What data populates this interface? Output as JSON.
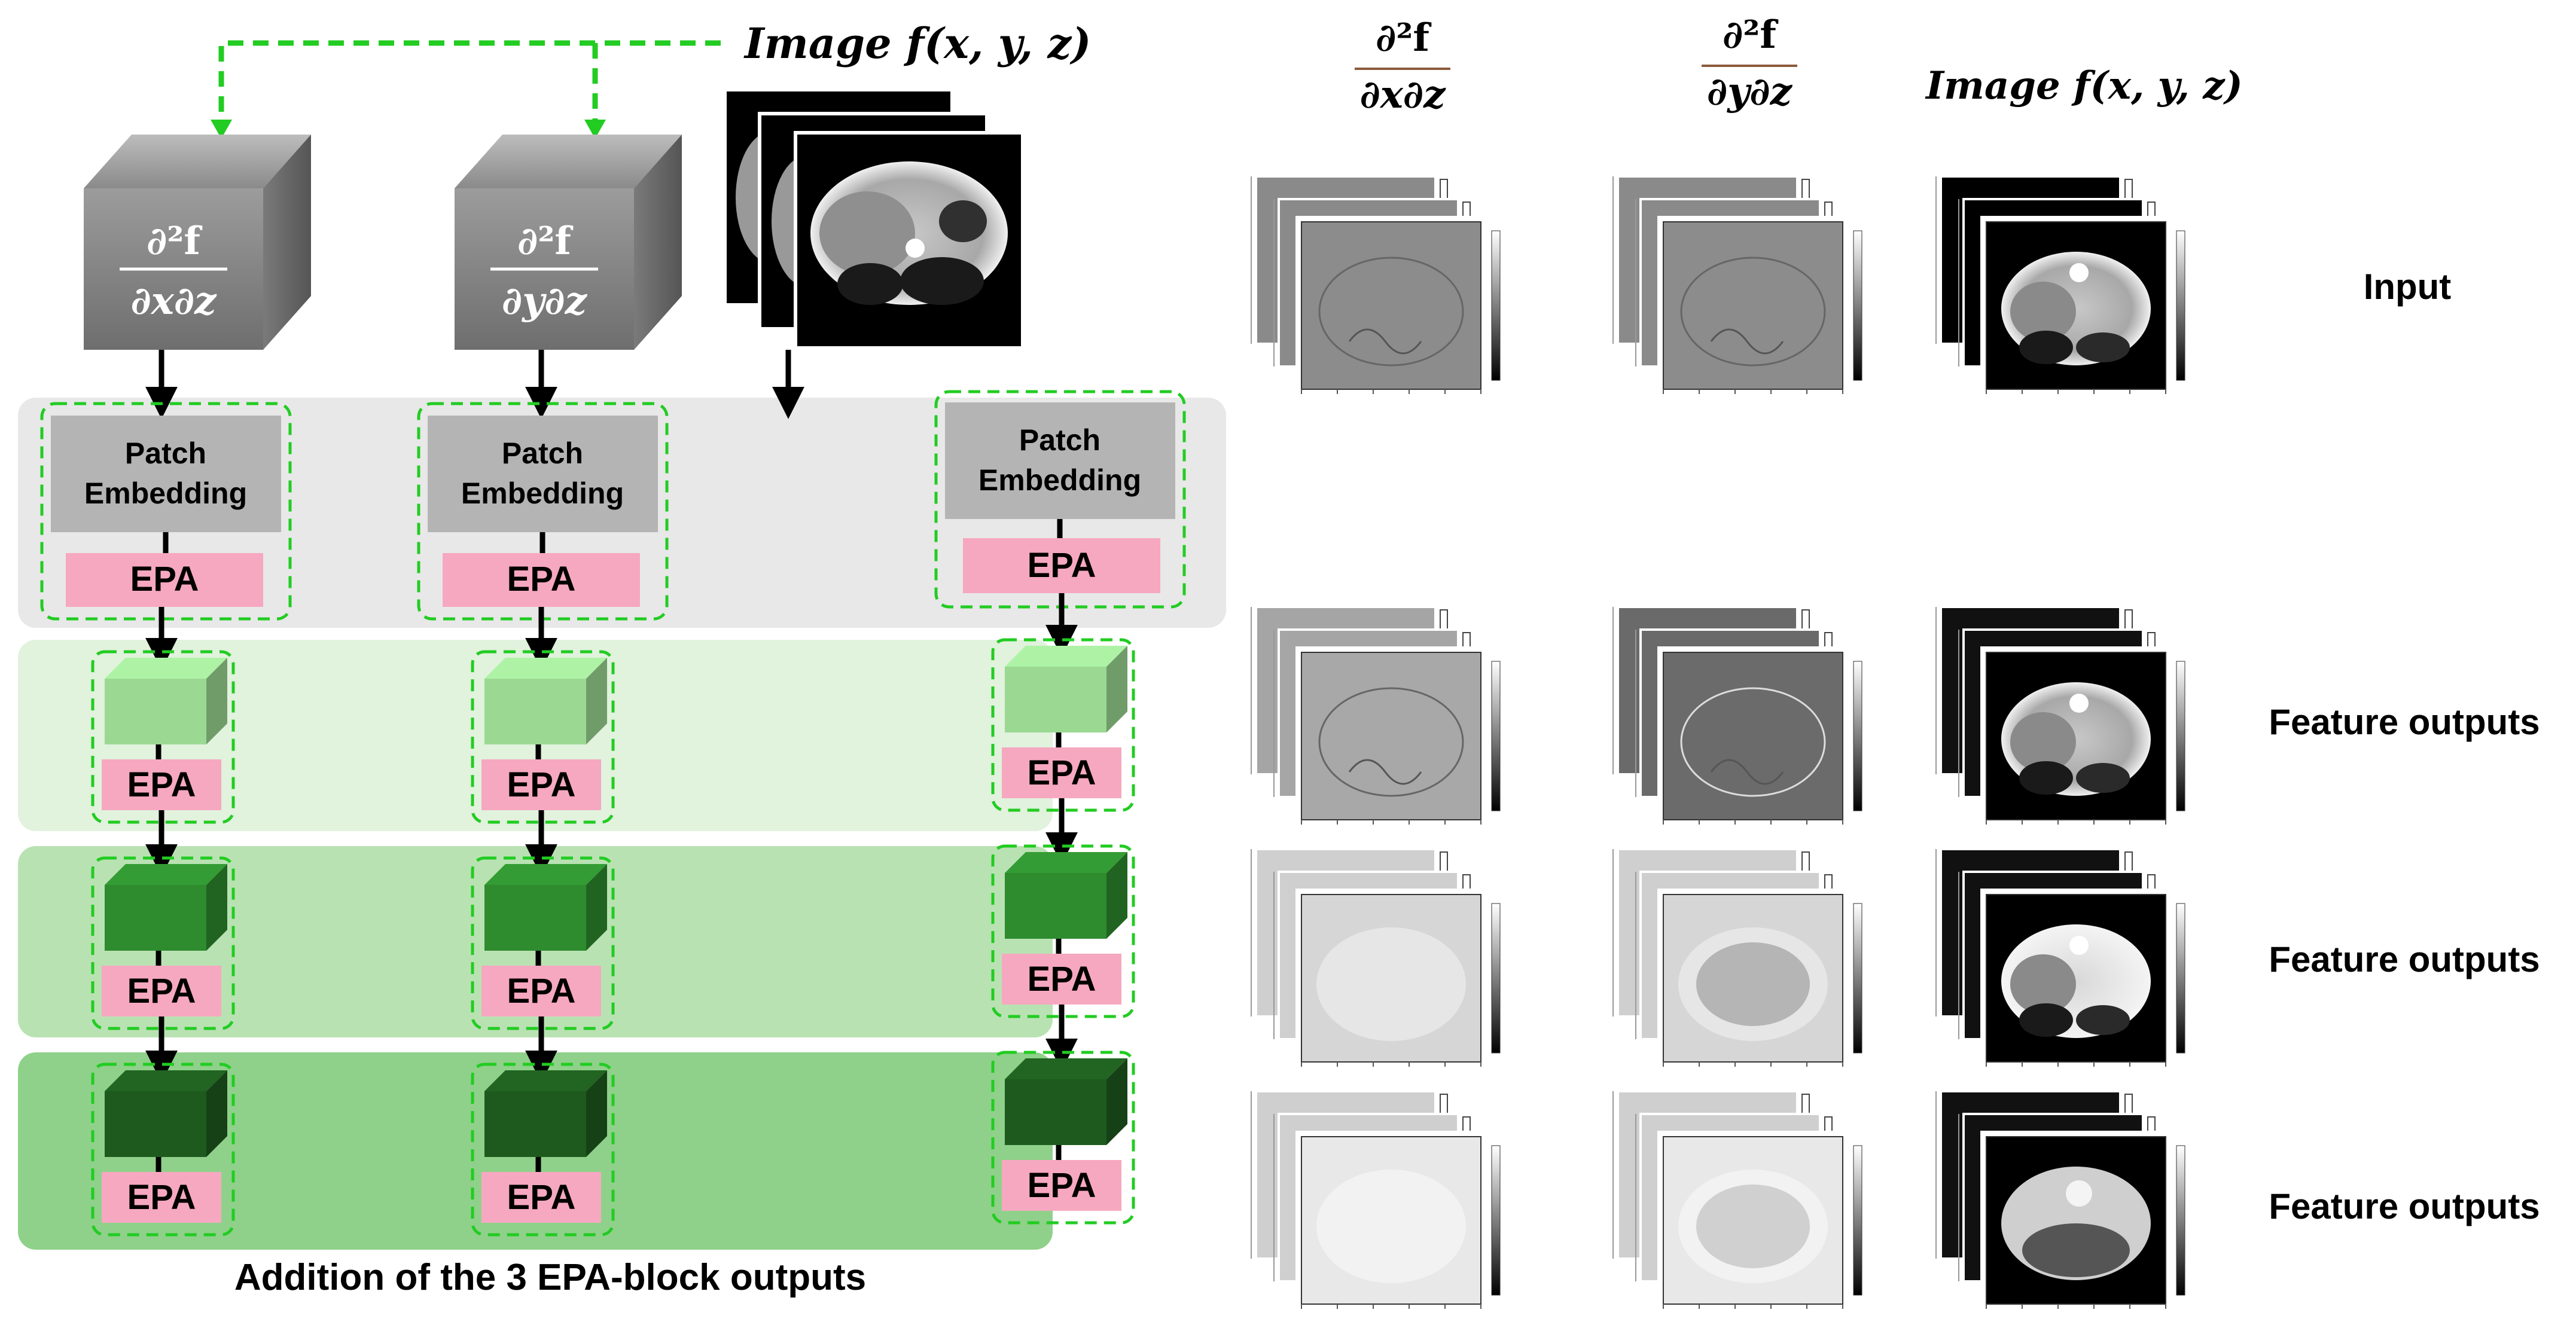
{
  "left_diagram": {
    "top_input_label": "Image f(x, y, z)",
    "cube_labels": [
      {
        "numerator": "∂²f",
        "denominator": "∂x∂z"
      },
      {
        "numerator": "∂²f",
        "denominator": "∂y∂z"
      }
    ],
    "patch_embedding_lines": [
      "Patch",
      "Embedding"
    ],
    "epa_label": "EPA",
    "bottom_caption": "Addition of the 3 EPA-block outputs"
  },
  "right_panel": {
    "column_headers": [
      {
        "numerator": "∂²f",
        "denominator": "∂x∂z"
      },
      {
        "numerator": "∂²f",
        "denominator": "∂y∂z"
      },
      {
        "text": "Image f(x, y, z)"
      }
    ],
    "row_labels": [
      "Input",
      "Feature outputs",
      "Feature outputs",
      "Feature outputs"
    ]
  },
  "colors": {
    "dashed_green": "#22cc22",
    "epa_pink": "#f6a8c0",
    "patch_gray": "#b4b4b4",
    "band_gray": "#e8e8e8",
    "band_green_1": "#e1f2dd",
    "band_green_2": "#b9e2b3",
    "band_green_3": "#8fd18a",
    "cube_light": "#9bd993",
    "cube_mid": "#2e8b2e",
    "cube_dark": "#1e5a1e"
  }
}
